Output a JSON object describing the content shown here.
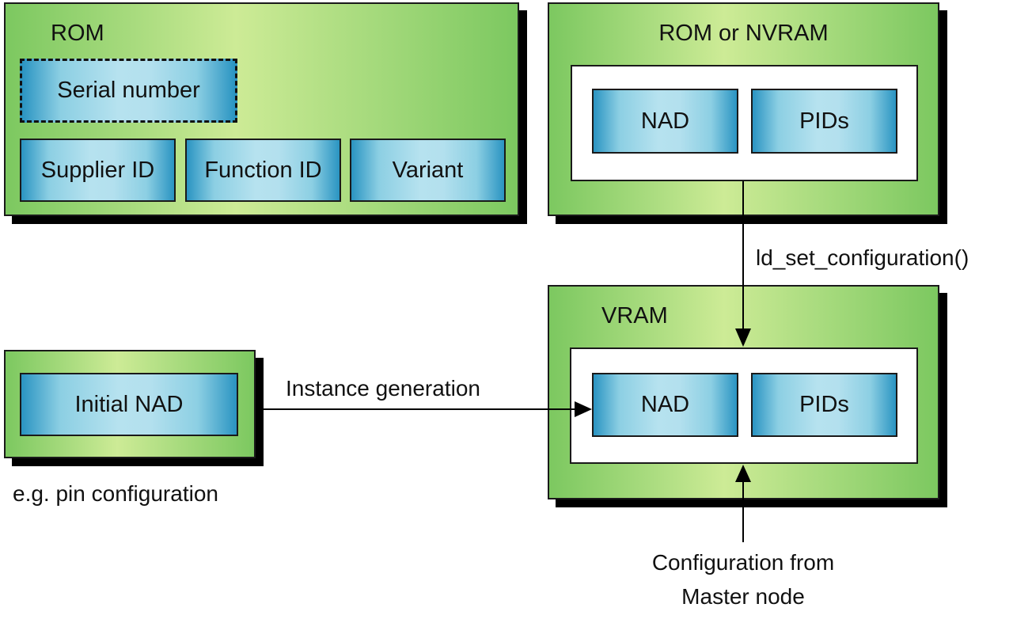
{
  "diagram": {
    "rom_block": {
      "title": "ROM",
      "serial_number": "Serial number",
      "fields": [
        "Supplier ID",
        "Function ID",
        "Variant"
      ]
    },
    "nvram_block": {
      "title": "ROM or NVRAM",
      "fields": [
        "NAD",
        "PIDs"
      ]
    },
    "vram_block": {
      "title": "VRAM",
      "fields": [
        "NAD",
        "PIDs"
      ]
    },
    "initial_block": {
      "field": "Initial NAD",
      "caption": "e.g. pin configuration"
    },
    "connections": {
      "set_config_label": "ld_set_configuration()",
      "instance_label": "Instance generation",
      "master_label_line1": "Configuration from",
      "master_label_line2": "Master node"
    }
  }
}
